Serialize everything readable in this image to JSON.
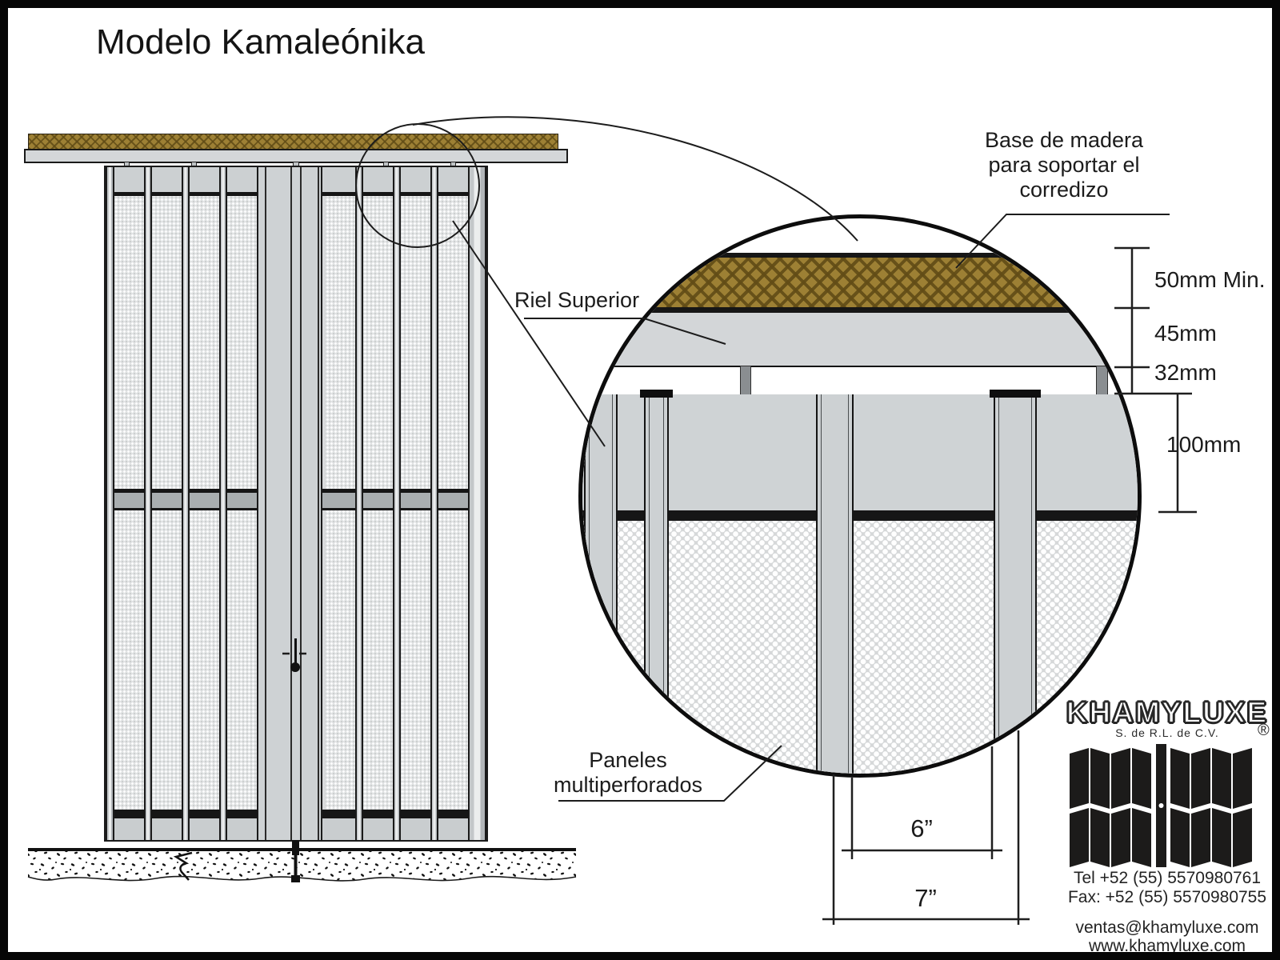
{
  "title": "Modelo Kamaleónika",
  "callouts": {
    "base_madera_line1": "Base de madera",
    "base_madera_line2": "para soportar el",
    "base_madera_line3": "corredizo",
    "riel_superior": "Riel Superior",
    "paneles_line1": "Paneles",
    "paneles_line2": "multiperforados"
  },
  "dimensions": {
    "wood_base": "50mm Min.",
    "rail": "45mm",
    "gap": "32mm",
    "panel_head": "100mm",
    "stile_spacing_inner": "6”",
    "stile_spacing_outer": "7”"
  },
  "brand": {
    "name": "KHAMYLUXE",
    "legal": "S. de R.L. de C.V.",
    "registered": "®",
    "tel": "Tel +52 (55) 5570980761",
    "fax": "Fax: +52 (55) 5570980755",
    "email": "ventas@khamyluxe.com",
    "web": "www.khamyluxe.com"
  },
  "colors": {
    "wood": "#9d8034",
    "panel_gray": "#d2d5d7",
    "line": "#1a1a1a"
  }
}
